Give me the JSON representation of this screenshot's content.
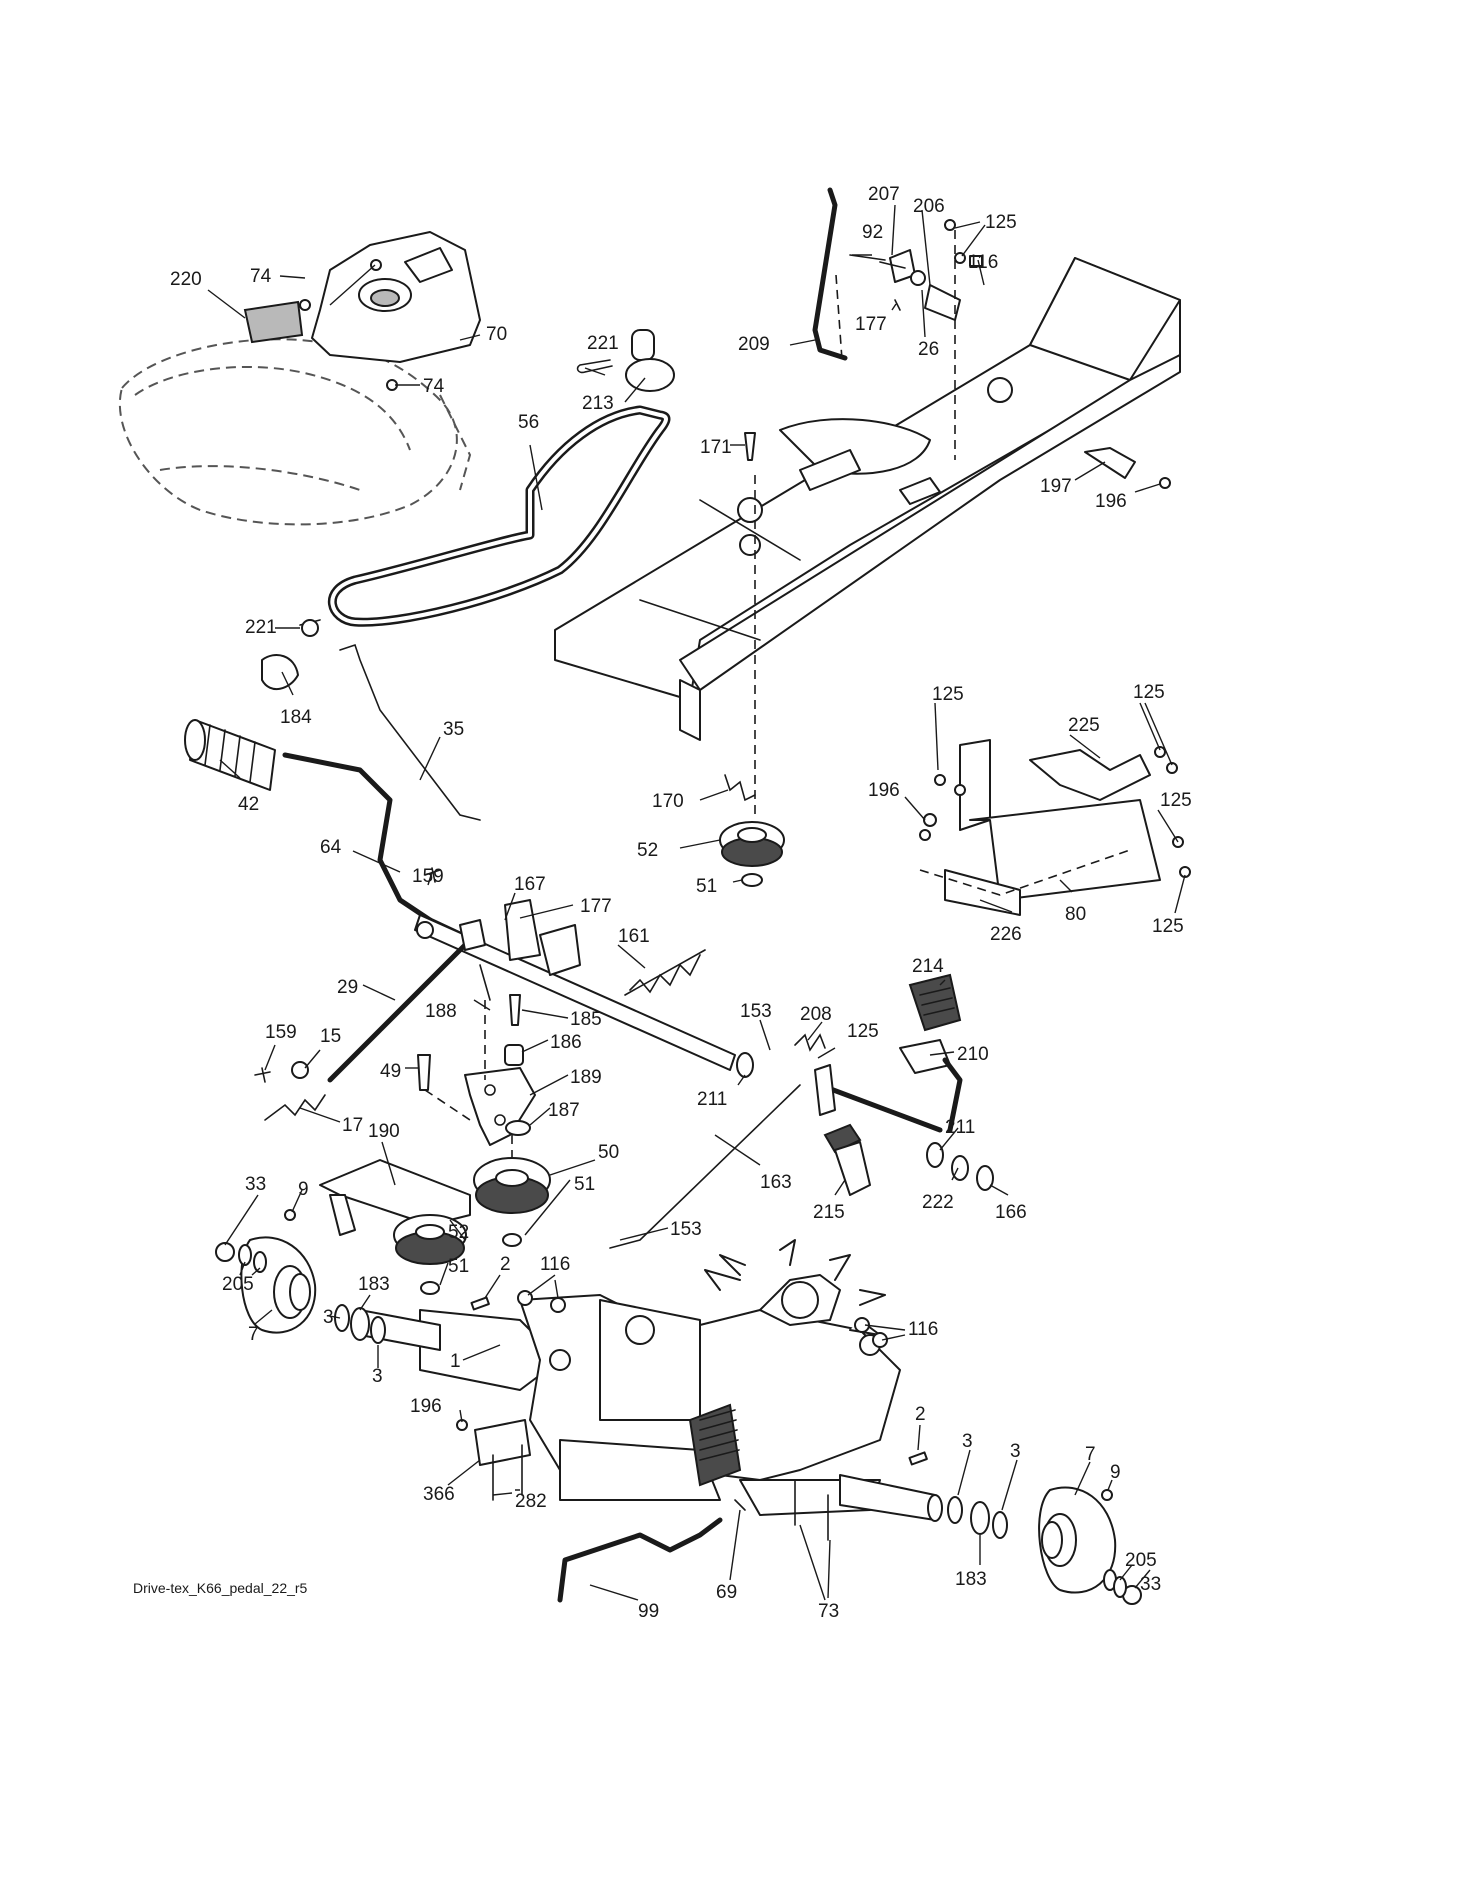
{
  "diagram": {
    "caption": "Drive-tex_K66_pedal_22_r5",
    "callouts": {
      "c220": "220",
      "c74a": "74",
      "c70": "70",
      "c74b": "74",
      "c221a": "221",
      "c213": "213",
      "c56": "56",
      "c207": "207",
      "c206": "206",
      "c125a": "125",
      "c92": "92",
      "c116a": "116",
      "c209": "209",
      "c177a": "177",
      "c26": "26",
      "c171": "171",
      "c197": "197",
      "c196a": "196",
      "c221b": "221",
      "c184": "184",
      "c35": "35",
      "c42": "42",
      "c125b": "125",
      "c125c": "125",
      "c225": "225",
      "c196b": "196",
      "c125d": "125",
      "c226": "226",
      "c80": "80",
      "c125e": "125",
      "c170": "170",
      "c52a": "52",
      "c51a": "51",
      "c64": "64",
      "c159a": "159",
      "c167": "167",
      "c177b": "177",
      "c161": "161",
      "c29": "29",
      "c188": "188",
      "c185": "185",
      "c186": "186",
      "c49": "49",
      "c189": "189",
      "c187": "187",
      "c159b": "159",
      "c15": "15",
      "c17": "17",
      "c214": "214",
      "c153a": "153",
      "c208": "208",
      "c125f": "125",
      "c210": "210",
      "c211a": "211",
      "c211b": "211",
      "c163": "163",
      "c215": "215",
      "c222": "222",
      "c166": "166",
      "c190": "190",
      "c50": "50",
      "c51b": "51",
      "c52b": "52",
      "c51c": "51",
      "c153b": "153",
      "c33a": "33",
      "c9a": "9",
      "c205a": "205",
      "c183a": "183",
      "c7a": "7",
      "c3a": "3",
      "c3b": "3",
      "c2a": "2",
      "c116b": "116",
      "c116c": "116",
      "c1": "1",
      "c196c": "196",
      "c366": "366",
      "c282": "282",
      "c2b": "2",
      "c3c": "3",
      "c3d": "3",
      "c7b": "7",
      "c9b": "9",
      "c205b": "205",
      "c33b": "33",
      "c183b": "183",
      "c99": "99",
      "c69": "69",
      "c73": "73"
    }
  }
}
